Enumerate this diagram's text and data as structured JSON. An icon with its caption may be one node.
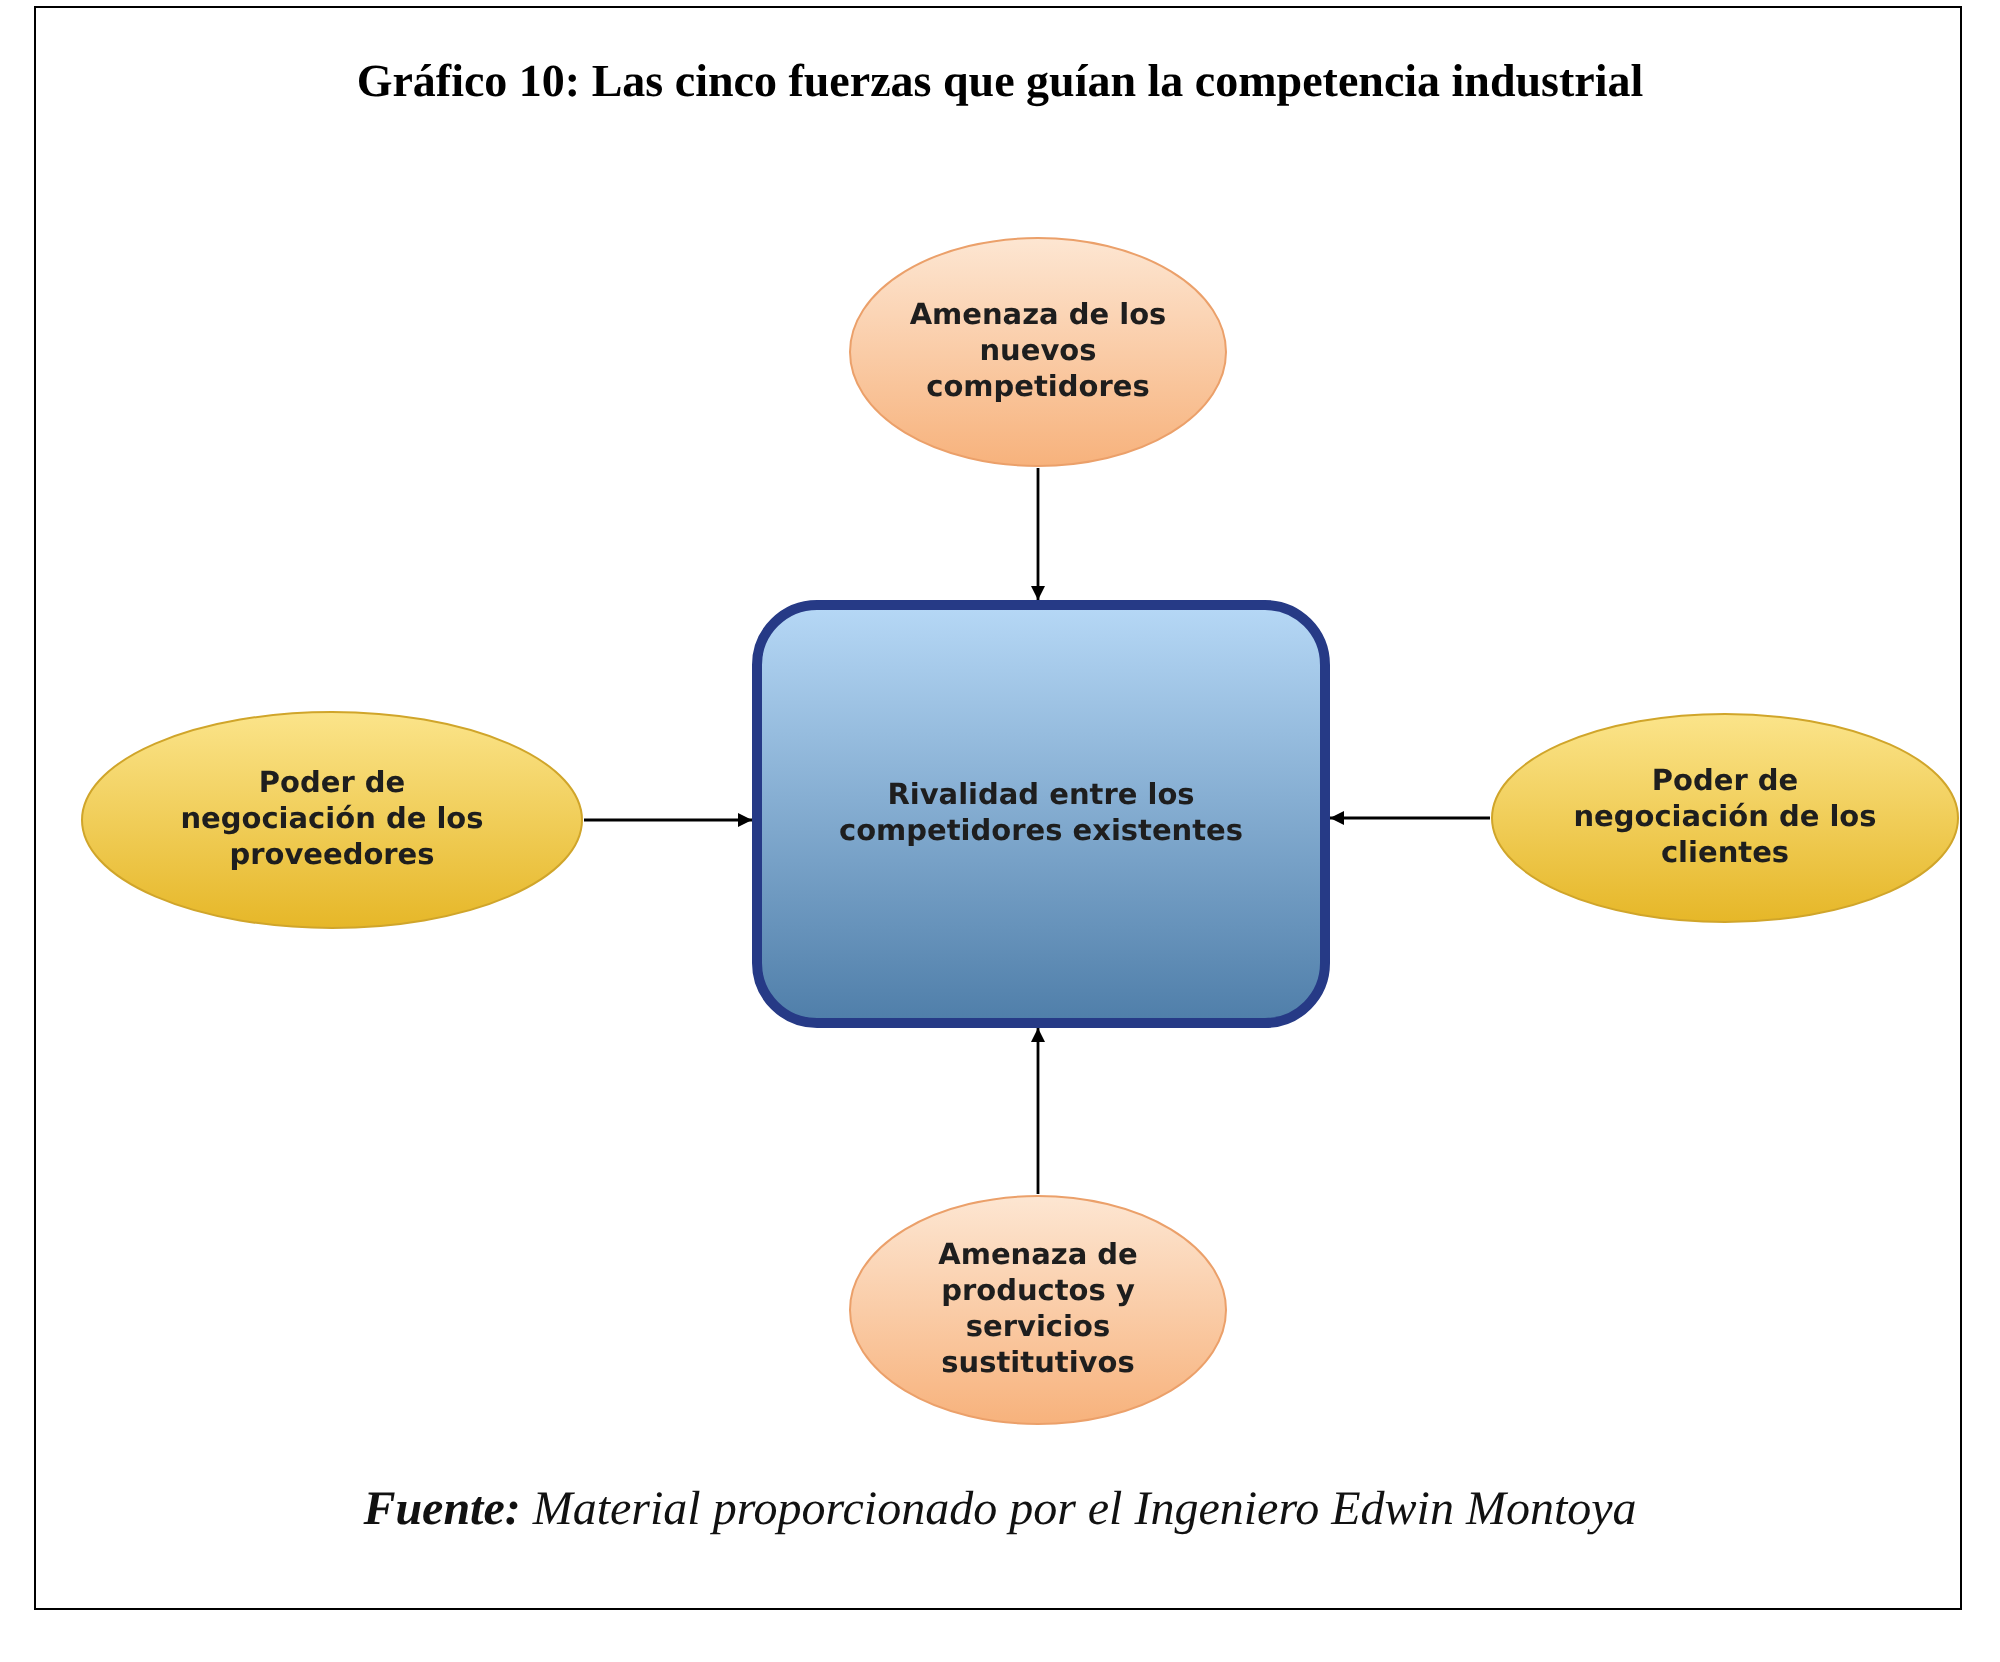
{
  "diagram": {
    "title": "Gráfico 10: Las cinco fuerzas que guían la competencia industrial",
    "caption": "**Fuente:** Material proporcionado por el Ingeniero Edwin Montoya",
    "nodes": [
      {
        "text": [
          "Amenaza de los nuevos competidores"
        ]
      },
      {
        "text": [
          "Poder de negociación de los proveedores"
        ]
      },
      {
        "text": [
          "Rivalidad entre los competidores existentes"
        ]
      },
      {
        "text": [
          "Poder de negociación de los clientes"
        ]
      },
      {
        "text": [
          "Amenaza de productos y servicios sustitutivos"
        ]
      }
    ],
    "edges": [
      {
        "from": 0,
        "to": 2,
        "arrow": "to"
      },
      {
        "from": 1,
        "to": 2,
        "arrow": "to"
      },
      {
        "from": 3,
        "to": 2,
        "arrow": "to"
      },
      {
        "from": 4,
        "to": 2,
        "arrow": "to"
      }
    ]
  }
}
